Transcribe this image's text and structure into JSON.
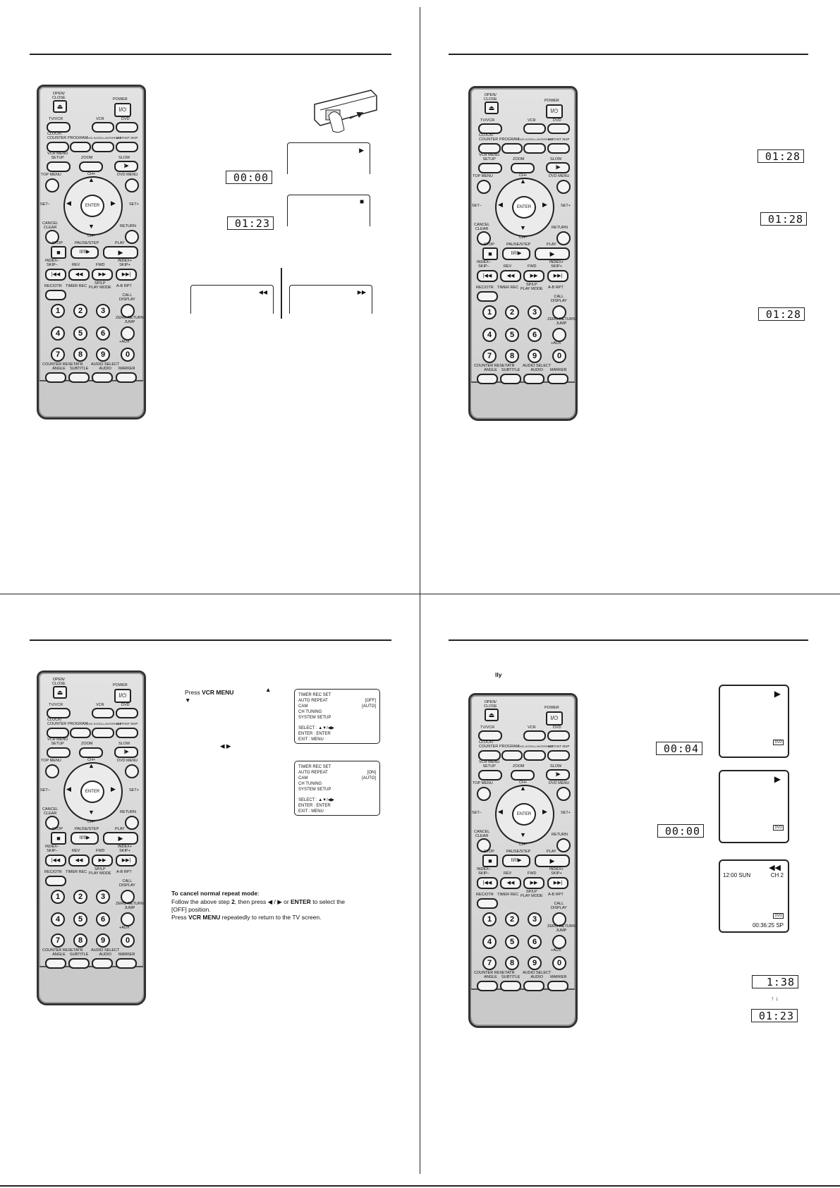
{
  "remote": {
    "open_close": "OPEN/\nCLOSE",
    "power": "POWER",
    "tv_vcr": "TV/VCR",
    "vcr": "VCR",
    "dvd": "DVD",
    "clock_counter": "CLOCK/\nCOUNTER",
    "program": "PROGRAM",
    "dvd_scrolls": "DVD-SCROLL/INTERFACE",
    "instant_skip": "INSTANT SKIP",
    "vcr_menu_setup": "VCR MENU\nSETUP",
    "zoom": "ZOOM",
    "slow": "SLOW",
    "top_menu": "TOP MENU",
    "dvd_menu": "DVD MENU",
    "ch_plus": "CH+",
    "ch_minus": "CH–",
    "set_minus": "SET–",
    "set_plus": "SET+",
    "enter": "ENTER",
    "cancel_clear": "CANCEL\nCLEAR",
    "return": "RETURN",
    "stop": "STOP",
    "pause_step": "PAUSE/STEP",
    "play": "PLAY",
    "index_minus": "INDEX–\nSKIP–",
    "rev": "REV",
    "fwd": "FWD",
    "index_plus": "INDEX+\nSKIP+",
    "rec_otr": "REC/OTR",
    "timer_rec": "TIMER REC",
    "sp_lp": "SP/LP\nPLAY MODE",
    "ab_rpt": "A-B RPT",
    "call_display": "CALL\nDISPLAY",
    "zero_return": "ZERO RETURN\nJUMP",
    "aux": "+AUX",
    "counter_reset": "COUNTER RESET\nANGLE",
    "atr_subtitle": "ATR\nSUBTITLE",
    "audio_select": "AUDIO SELECT\nAUDIO",
    "marker": "MARKER",
    "digits": [
      "1",
      "2",
      "3",
      "4",
      "5",
      "6",
      "7",
      "8",
      "9",
      "0"
    ]
  },
  "q1": {
    "counter1": "00:00",
    "counter2": "01:23",
    "screen_play_icon": "▶",
    "screen_stop_icon": "■",
    "screen_rev_icon": "◀◀",
    "screen_fwd_icon": "▶▶"
  },
  "q2": {
    "counter1": "01:28",
    "counter2": "01:28",
    "counter3": "01:28"
  },
  "q3": {
    "step1_a": "Press ",
    "step1_b": "VCR MENU",
    "step1_arrows": "▲",
    "step1_down": "▼",
    "step2_arrows": "◀ ▶",
    "menu1": {
      "items": [
        "TIMER REC SET",
        "AUTO REPEAT",
        "CAM",
        "CH TUNING",
        "SYSTEM SETUP"
      ],
      "value_auto_repeat": "[OFF]",
      "value_cam": "[AUTO]",
      "select": "SELECT : ▲▼/◀▶",
      "enter": "ENTER   : ENTER",
      "exit": "EXIT      : MENU"
    },
    "menu2": {
      "items": [
        "TIMER REC SET",
        "AUTO REPEAT",
        "CAM",
        "CH TUNING",
        "SYSTEM SETUP"
      ],
      "value_auto_repeat": "[ON]",
      "value_cam": "[AUTO]",
      "select": "SELECT : ▲▼/◀▶",
      "enter": "ENTER   : ENTER",
      "exit": "EXIT      : MENU"
    },
    "cancel_heading": "To cancel normal repeat mode",
    "cancel_colon": ":",
    "cancel_line1_a": "Follow the above step ",
    "cancel_line1_b": "2",
    "cancel_line1_c": ", then press  ◀ / ▶  or ",
    "cancel_line1_d": "ENTER",
    "cancel_line1_e": " to select the",
    "cancel_line2": "[OFF] position.",
    "cancel_line3_a": "Press ",
    "cancel_line3_b": "VCR MENU",
    "cancel_line3_c": " repeatedly to return to the TV screen."
  },
  "q4": {
    "heading_fragment": "lly",
    "counter1": "00:04",
    "counter2": "00:00",
    "counter3": "1:38",
    "counter4": "01:23",
    "tv1_icon": "▶",
    "tv2_icon": "▶",
    "tv3_icon": "◀◀",
    "badge": "DVD",
    "tv3_time": "12:00  SUN",
    "tv3_ch": "CH  2",
    "tv3_counter": "00:36:25 SP",
    "arrows": "↑ ↓"
  }
}
